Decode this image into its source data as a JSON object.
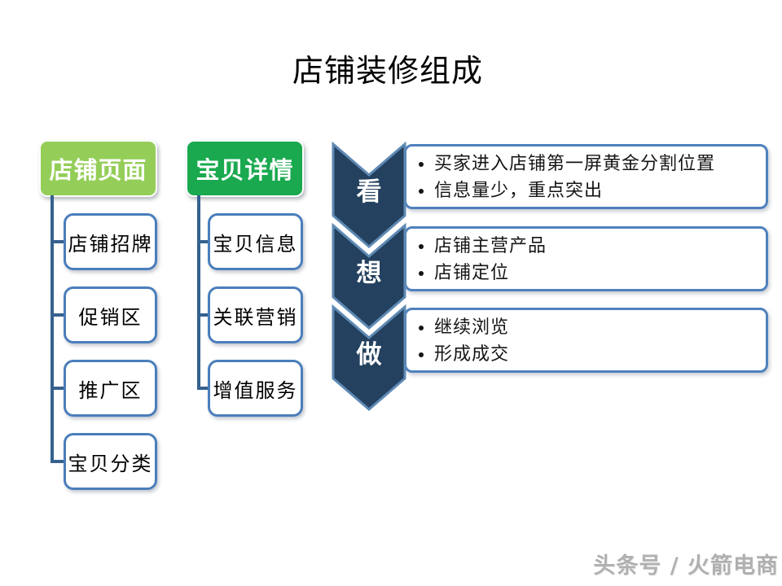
{
  "title": "店铺装修组成",
  "columns": [
    {
      "header": "店铺页面",
      "items": [
        "店铺招牌",
        "促销区",
        "推广区",
        "宝贝分类"
      ]
    },
    {
      "header": "宝贝详情",
      "items": [
        "宝贝信息",
        "关联营销",
        "增值服务"
      ]
    }
  ],
  "process_steps": [
    {
      "label": "看",
      "points": [
        "买家进入店铺第一屏黄金分割位置",
        "信息量少，重点突出"
      ]
    },
    {
      "label": "想",
      "points": [
        "店铺主营产品",
        "店铺定位"
      ]
    },
    {
      "label": "做",
      "points": [
        "继续浏览",
        "形成成交"
      ]
    }
  ],
  "watermark": "头条号 / 火箭电商",
  "colors": {
    "header1_green": "#94CE58",
    "header2_green": "#1AA94F",
    "chevron_fill": "#24415F",
    "chevron_edge": "#5E8AB4",
    "node_border": "#4A7EBB",
    "connector": "#35618F"
  }
}
